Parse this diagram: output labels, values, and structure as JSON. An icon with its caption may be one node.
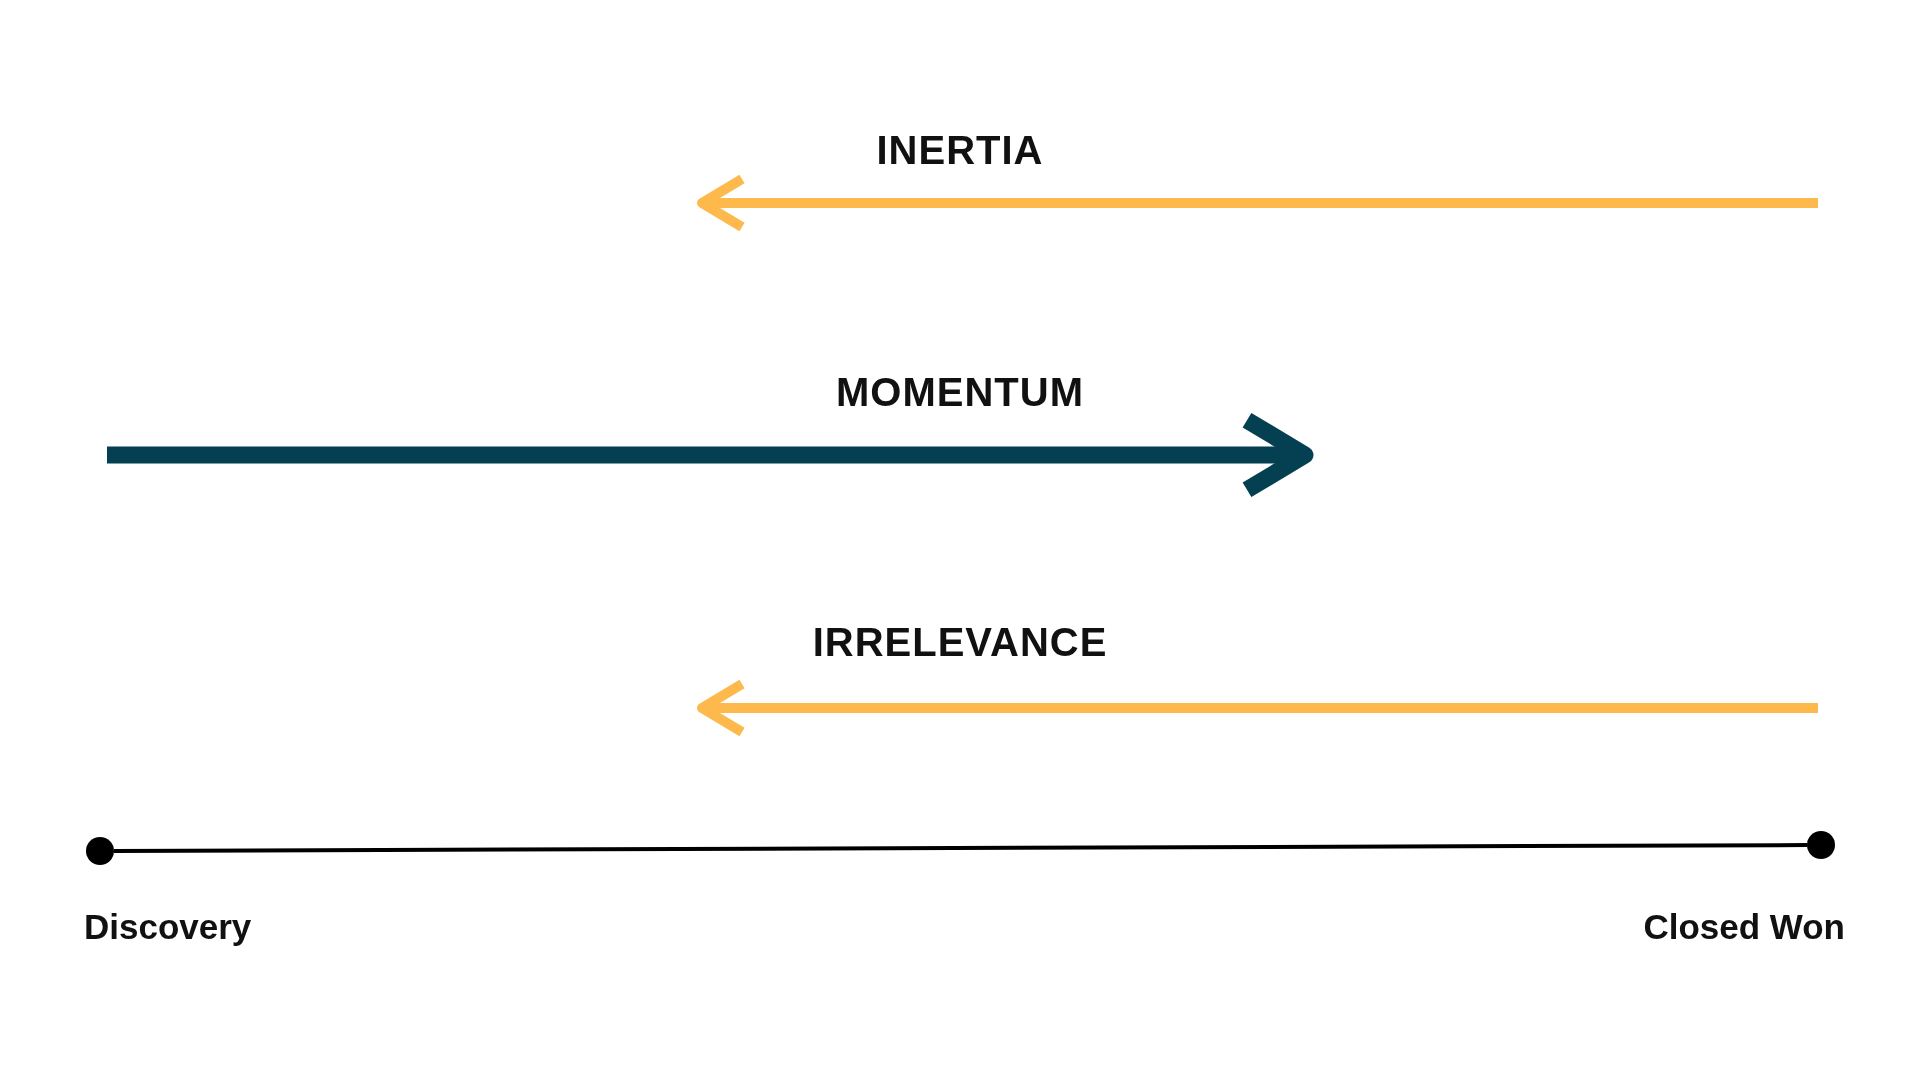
{
  "diagram": {
    "nodes": [
      {
        "text": [],
        "shape": "circle",
        "beside": [
          "Discovery"
        ]
      },
      {
        "text": [],
        "shape": "circle",
        "beside": [
          "Closed Won"
        ]
      }
    ],
    "edges": [
      {
        "from": 0,
        "to": 1,
        "arrow": "none"
      }
    ],
    "labels": [
      "INERTIA",
      "MOMENTUM",
      "IRRELEVANCE"
    ]
  }
}
